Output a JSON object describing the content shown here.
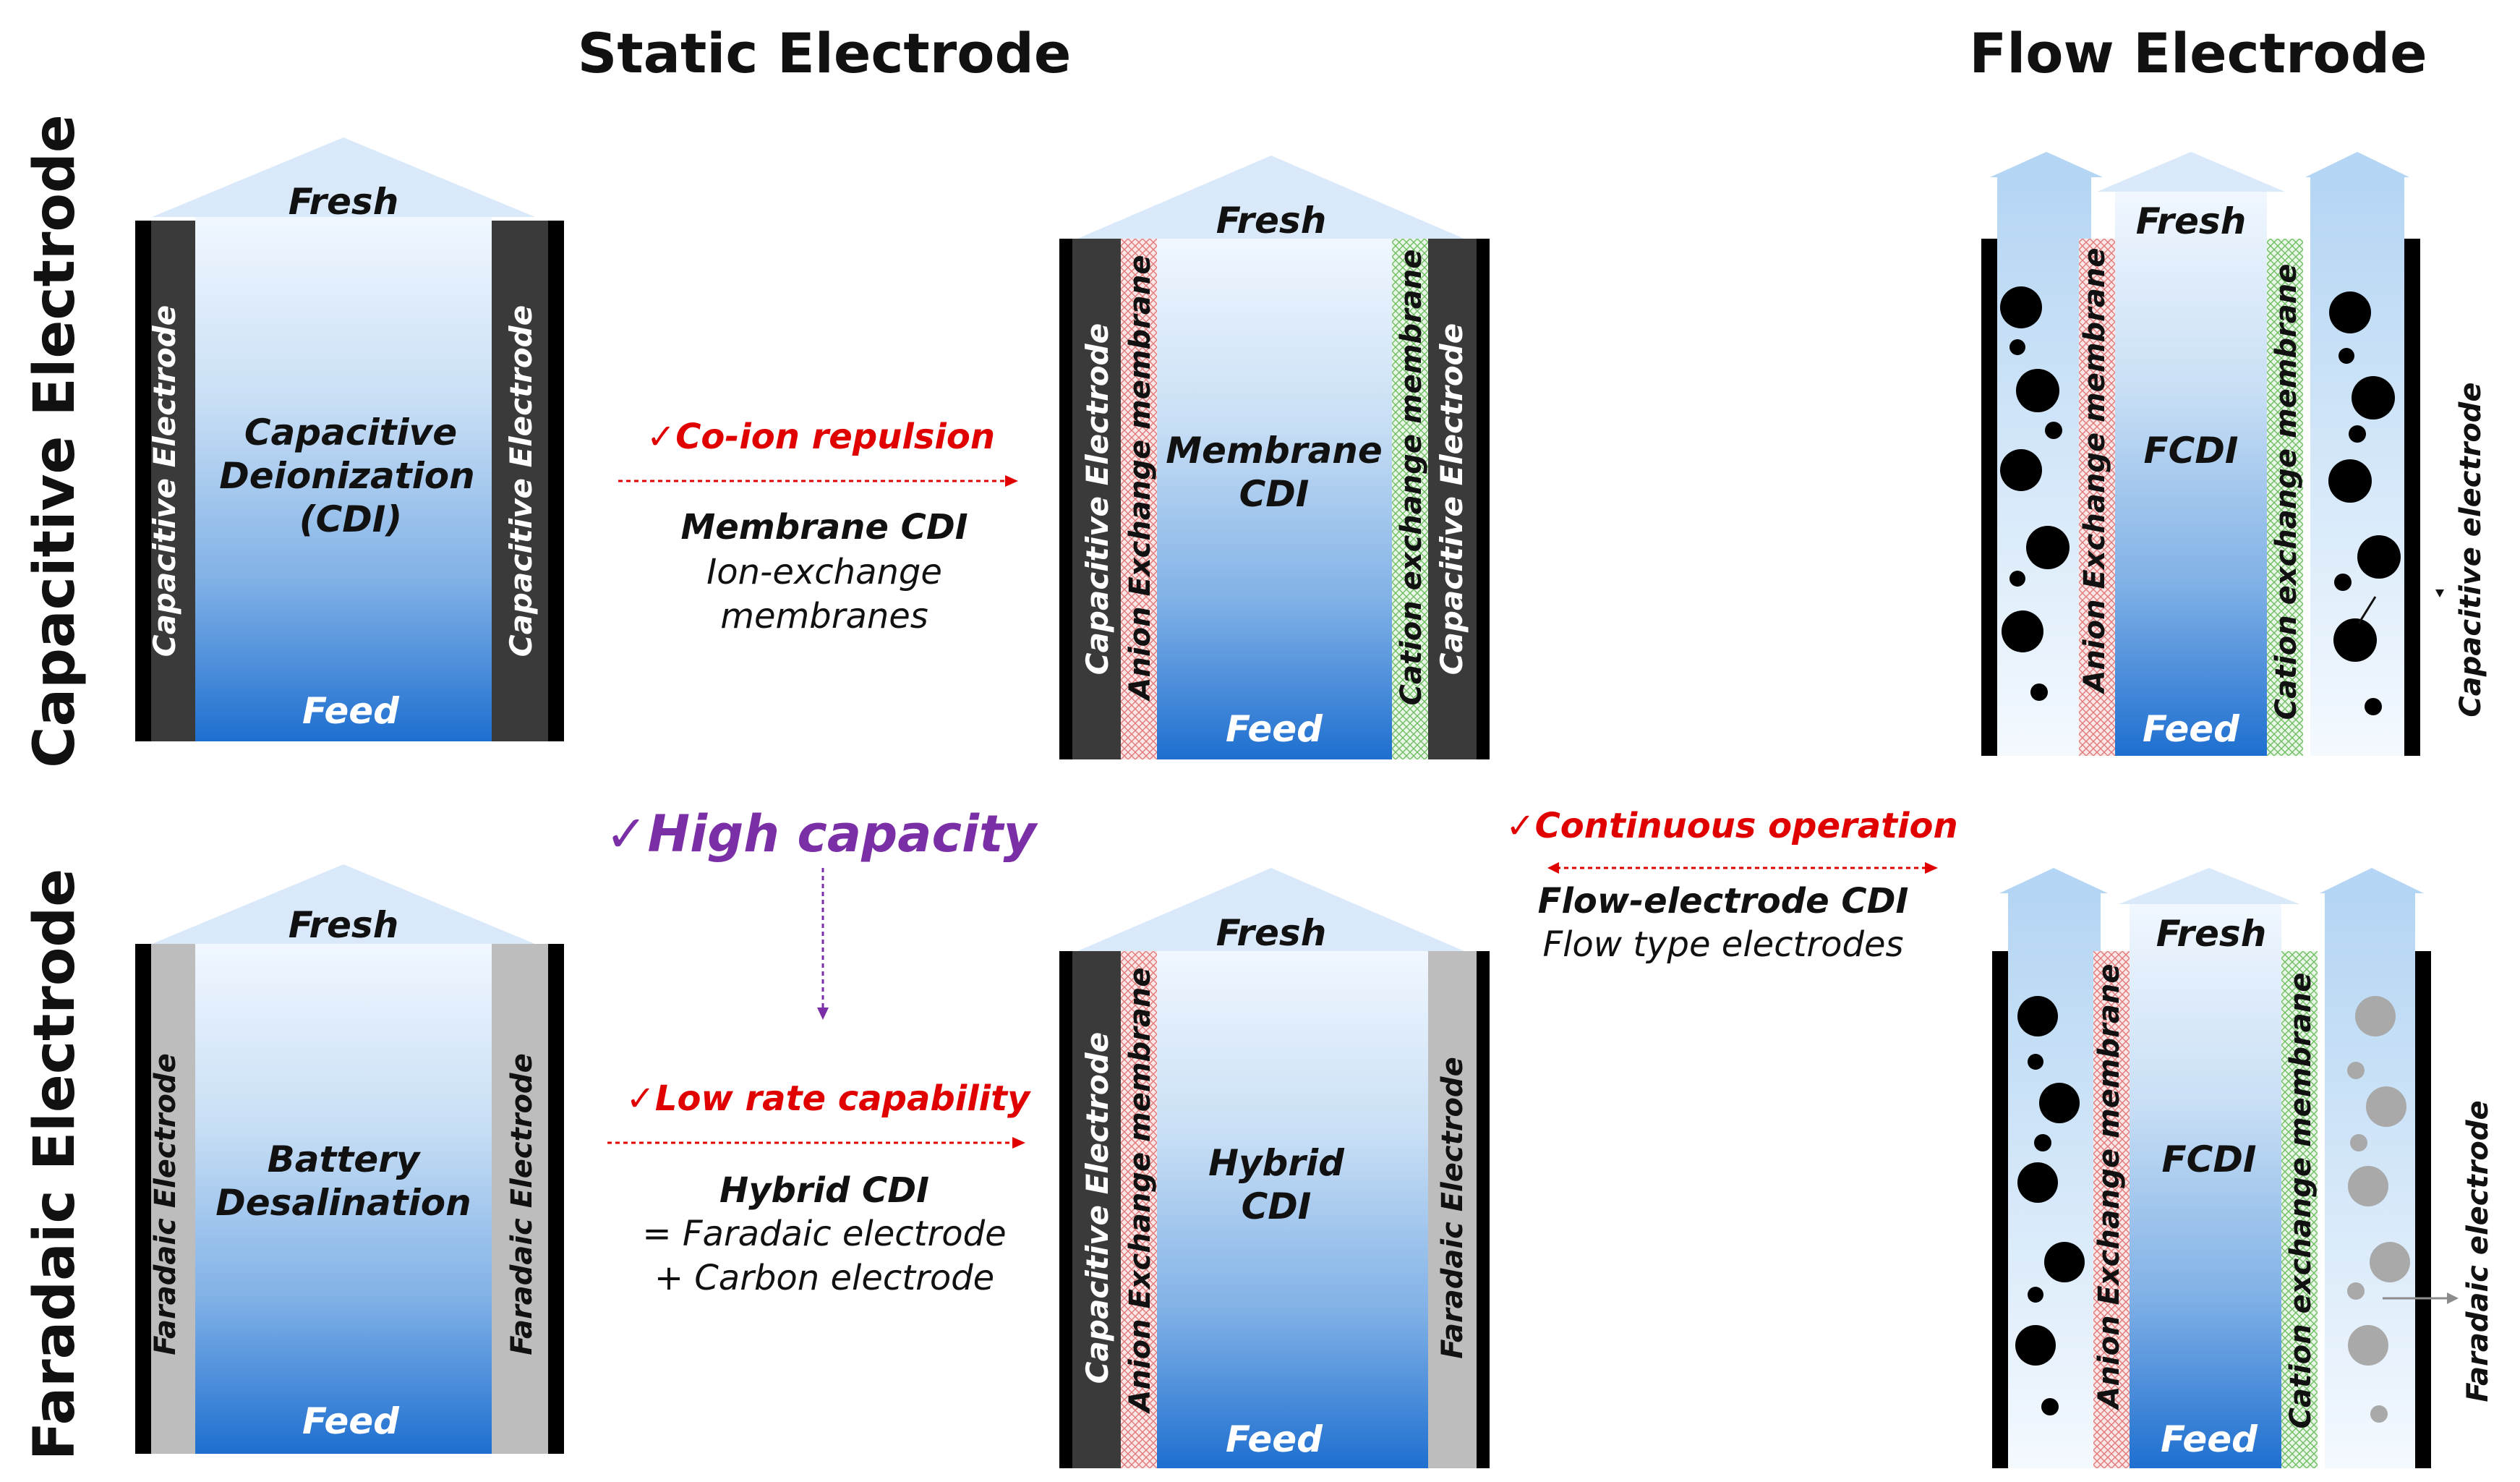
{
  "headers": {
    "static": "Static Electrode",
    "flow": "Flow Electrode"
  },
  "rows": {
    "capacitive": "Capacitive Electrode",
    "faradaic": "Faradaic Electrode"
  },
  "common": {
    "fresh": "Fresh",
    "feed": "Feed"
  },
  "cells": {
    "cdi": {
      "line1": "Capacitive",
      "line2": "Deionization",
      "line3": "(CDI)",
      "left": "Capacitive Electrode",
      "right": "Capacitive Electrode"
    },
    "mcdi": {
      "line1": "Membrane",
      "line2": "CDI",
      "left": "Capacitive Electrode",
      "left_membrane": "Anion Exchange membrane",
      "right_membrane": "Cation exchange membrane",
      "right": "Capacitive Electrode"
    },
    "fcdi_top": {
      "label": "FCDI",
      "left_membrane": "Anion Exchange membrane",
      "right_membrane": "Cation exchange membrane",
      "side": "Capacitive electrode"
    },
    "battery": {
      "line1": "Battery",
      "line2": "Desalination",
      "left": "Faradaic Electrode",
      "right": "Faradaic Electrode"
    },
    "hcdi": {
      "line1": "Hybrid",
      "line2": "CDI",
      "left": "Capacitive Electrode",
      "left_membrane": "Anion Exchange membrane",
      "right": "Faradaic Electrode"
    },
    "fcdi_bottom": {
      "label": "FCDI",
      "left_membrane": "Anion Exchange membrane",
      "right_membrane": "Cation exchange membrane",
      "side": "Faradaic electrode"
    }
  },
  "annotations": {
    "coion": "✓Co-ion repulsion",
    "mcdi_name": "Membrane CDI",
    "mcdi_desc1": "Ion-exchange",
    "mcdi_desc2": "membranes",
    "high_capacity": "✓High capacity",
    "low_rate": "✓Low rate capability",
    "hcdi_name": "Hybrid CDI",
    "hcdi_desc1": "= Faradaic electrode",
    "hcdi_desc2": "+ Carbon electrode",
    "continuous": "✓Continuous operation",
    "fcdi_name": "Flow-electrode CDI",
    "fcdi_desc": "Flow type electrodes"
  },
  "colors": {
    "red": "#e00000",
    "purple": "#7b2fa6",
    "feed_blue": "#1e6fd0",
    "fresh_blue": "#e6f1fc"
  }
}
